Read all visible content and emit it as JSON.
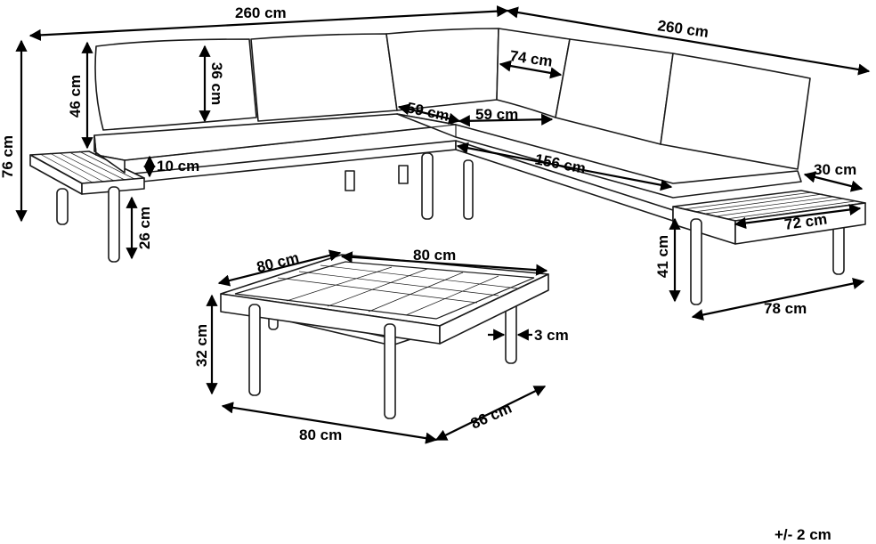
{
  "dimensions": {
    "sofa_left_width": "260 cm",
    "sofa_right_width": "260 cm",
    "total_height": "76 cm",
    "back_height": "46 cm",
    "back_cushion_height": "36 cm",
    "corner_cushion_width": "74 cm",
    "seat_depth_left": "59 cm",
    "seat_depth_right": "59 cm",
    "seat_cushion_thickness": "10 cm",
    "leg_height": "26 cm",
    "seat_length": "156 cm",
    "side_table_depth": "30 cm",
    "side_table_length": "72 cm",
    "side_table_height": "41 cm",
    "side_unit_length": "78 cm",
    "table_top_width": "80 cm",
    "table_top_length": "80 cm",
    "table_height": "32 cm",
    "leg_thickness": "3 cm",
    "table_base_width": "80 cm",
    "table_base_depth": "86 cm"
  },
  "tolerance": "+/- 2 cm"
}
